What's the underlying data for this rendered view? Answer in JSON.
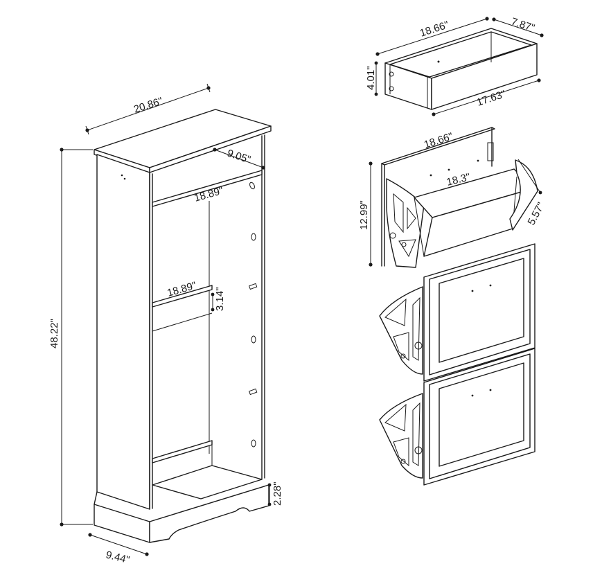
{
  "colors": {
    "line": "#1a1a1a",
    "background": "#ffffff"
  },
  "cabinet": {
    "width_label": "20.86\"",
    "height_label": "48.22\"",
    "depth_label": "9.44\"",
    "top_depth_label": "9.05\"",
    "shelf_top_label": "18.89\"",
    "shelf_mid_label": "18.89\"",
    "shelf_height_label": "3.14\"",
    "base_height_label": "2.28\""
  },
  "drawer": {
    "width_label": "18.66\"",
    "depth_label": "7.87\"",
    "height_label": "4.01\"",
    "inner_width_label": "17.63\""
  },
  "tilt_bin": {
    "width_label": "18.66\"",
    "inner_width_label": "18.3\"",
    "height_label": "12.99\"",
    "depth_label": "5.57\""
  }
}
